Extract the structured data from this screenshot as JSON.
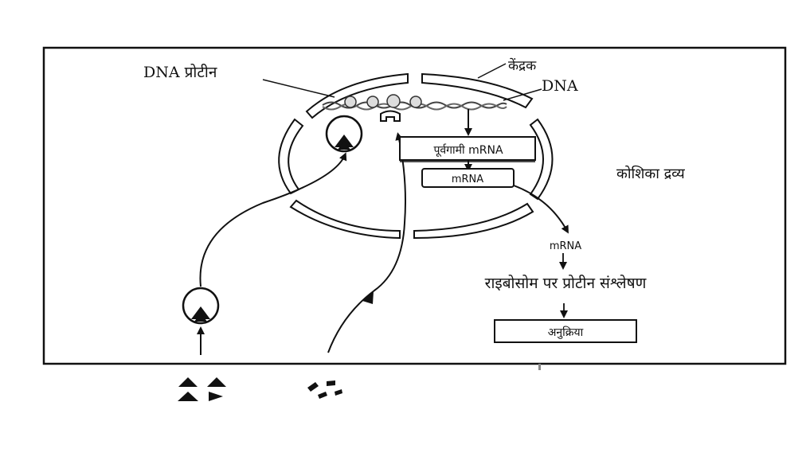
{
  "labels": {
    "dna_protein": "DNA प्रोटीन",
    "nucleus": "केंद्रक",
    "dna": "DNA",
    "pre_mrna": "पूर्वगामी mRNA",
    "mrna_box": "mRNA",
    "cytoplasm": "कोशिका द्रव्य",
    "mrna_free": "mRNA",
    "ribosome_synthesis": "राइबोसोम पर प्रोटीन संश्लेषण",
    "reaction": "अनुक्रिया"
  }
}
